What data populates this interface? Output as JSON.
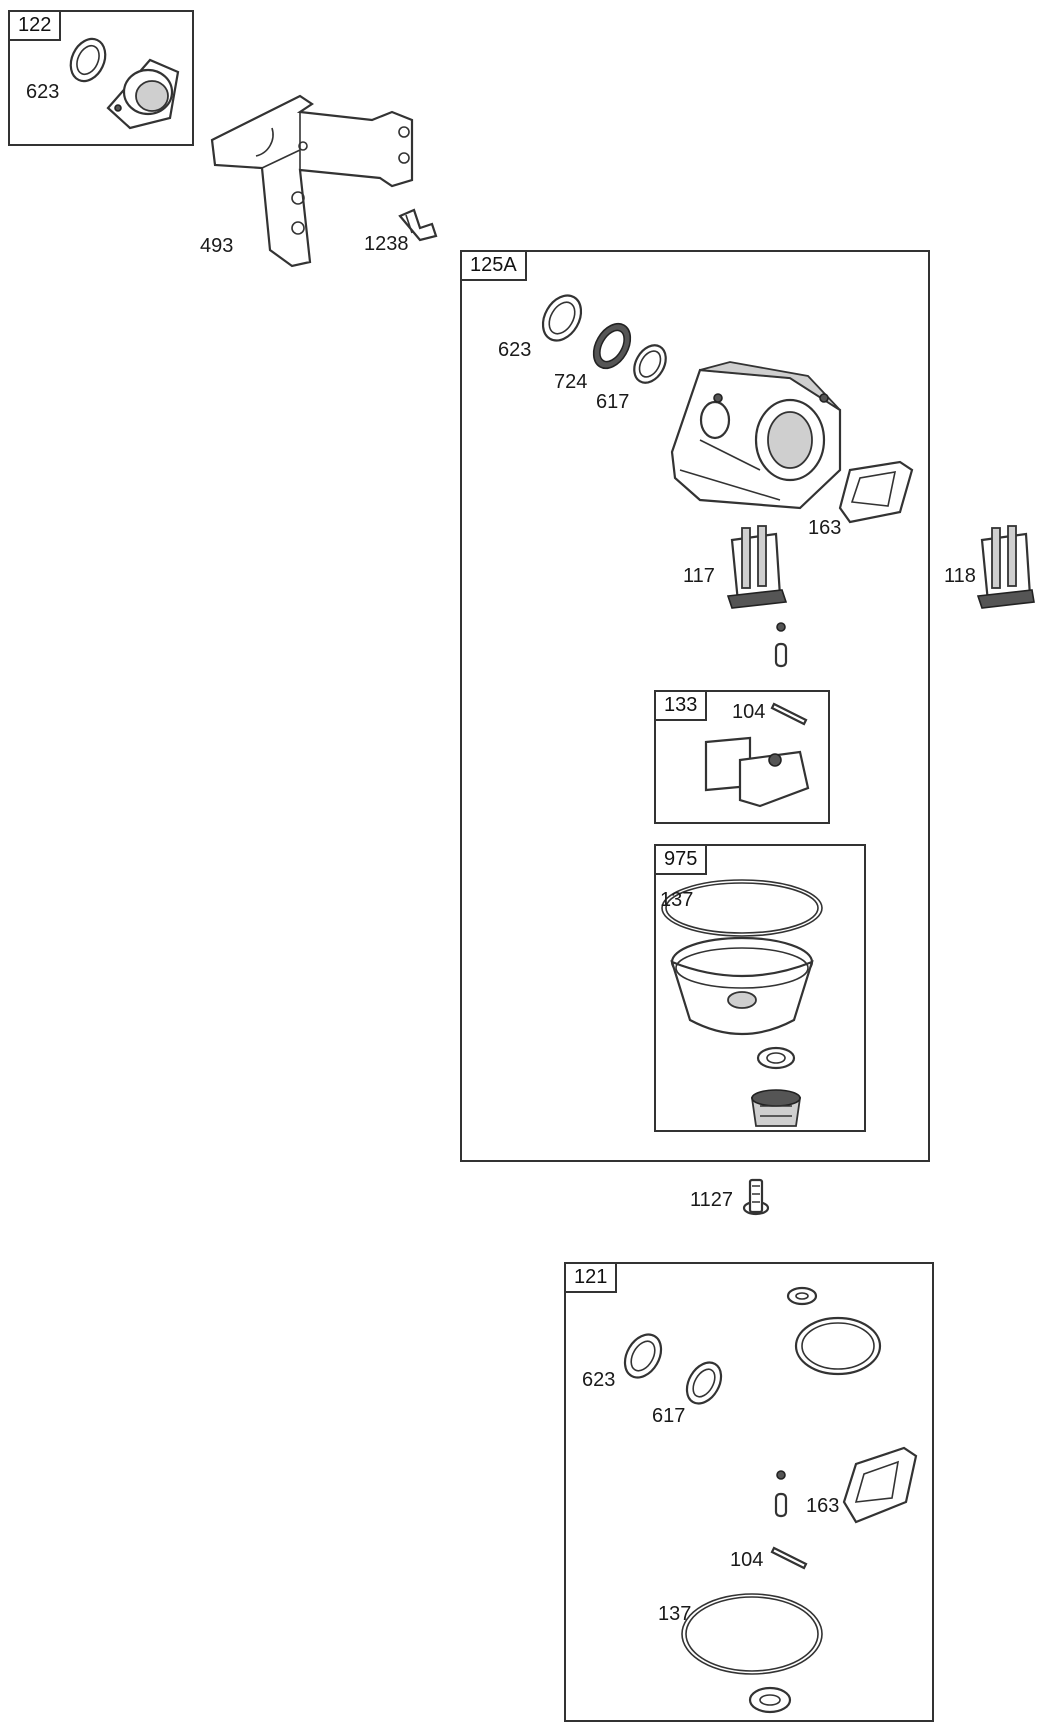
{
  "diagram": {
    "kits": [
      {
        "id": "kit-122",
        "tag": "122",
        "items": [
          "623"
        ]
      },
      {
        "id": "kit-125a",
        "tag": "125A",
        "items": [
          "623",
          "724",
          "617",
          "163",
          "117"
        ]
      },
      {
        "id": "kit-133",
        "tag": "133",
        "items": [
          "104"
        ]
      },
      {
        "id": "kit-975",
        "tag": "975",
        "items": [
          "137"
        ]
      },
      {
        "id": "kit-121",
        "tag": "121",
        "items": [
          "623",
          "617",
          "163",
          "104",
          "137"
        ]
      }
    ],
    "loose_parts": [
      "493",
      "1238",
      "118",
      "1127"
    ]
  }
}
